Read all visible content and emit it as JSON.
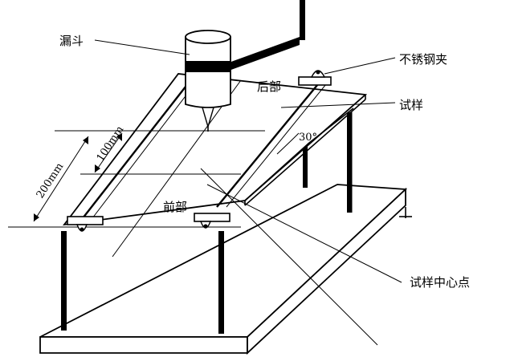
{
  "labels": {
    "funnel": "漏斗",
    "clamp": "不锈钢夹",
    "specimen": "试样",
    "rear": "后部",
    "front": "前部",
    "angle": "30°",
    "center_point": "试样中心点",
    "dim_200": "200mm",
    "dim_100": "100mm"
  }
}
